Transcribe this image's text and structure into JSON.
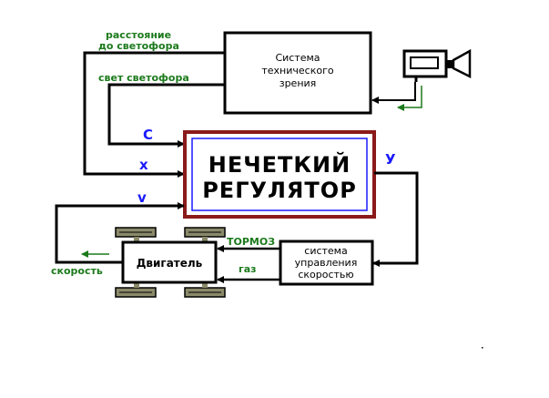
{
  "vision_system": {
    "lines": [
      "Система",
      "технического",
      "зрения"
    ]
  },
  "fuzzy_controller": {
    "lines": [
      "НЕЧЕТКИЙ",
      "РЕГУЛЯТОР"
    ]
  },
  "speed_control": {
    "lines": [
      "система",
      "управления",
      "скоростью"
    ]
  },
  "motor": {
    "label": "Двигатель"
  },
  "signals": {
    "distance_line1": "расстояние",
    "distance_line2": "до светофора",
    "traffic_light": "свет светофора",
    "brake": "ТОРМОЗ",
    "gas": "газ",
    "speed": "скорость"
  },
  "variables": {
    "c": "C",
    "x": "x",
    "v": "v",
    "y": "У"
  },
  "colors": {
    "green": "#1c7a1c",
    "blue": "#1a1aff",
    "controller_border": "#8b1a1a",
    "controller_inner": "#1a1aff",
    "wheel": "#8a8a6a"
  }
}
